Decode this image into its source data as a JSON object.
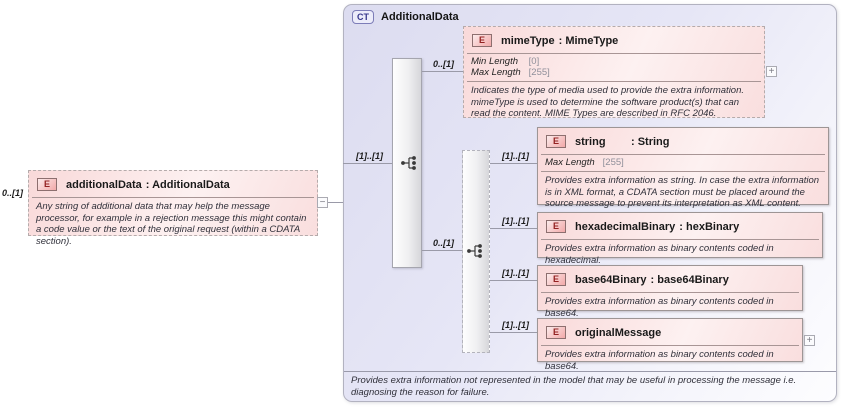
{
  "root_element": {
    "badge": "E",
    "cardinality": "0..[1]",
    "name": "additionalData",
    "type": ": AdditionalData",
    "annotation": "Any string of additional data that may help the message processor, for example in a rejection message this might contain a code value or the text of the original request (within a CDATA section).",
    "collapse_glyph": "−"
  },
  "complex_type": {
    "badge": "CT",
    "title": "AdditionalData",
    "footer_annotation": "Provides extra information not represented in the model that may be useful in processing the message i.e. diagnosing the reason for failure."
  },
  "connectors": {
    "root_to_sequence": "[1]..[1]",
    "sequence_to_mimetype": "0..[1]",
    "sequence_to_choice": "0..[1]",
    "choice_to_string": "[1]..[1]",
    "choice_to_hexadecimal": "[1]..[1]",
    "choice_to_base64": "[1]..[1]",
    "choice_to_original": "[1]..[1]"
  },
  "elements": {
    "mimeType": {
      "badge": "E",
      "name": "mimeType",
      "type": ": MimeType",
      "facets": [
        {
          "label": "Min Length",
          "value": "[0]"
        },
        {
          "label": "Max Length",
          "value": "[255]"
        }
      ],
      "annotation": "Indicates the type of media used to provide the extra information. mimeType is used to determine the software product(s) that can read the content. MIME Types are described in RFC 2046.",
      "expand_glyph": "+"
    },
    "string": {
      "badge": "E",
      "name": "string",
      "type": ": String",
      "facets": [
        {
          "label": "Max Length",
          "value": "[255]"
        }
      ],
      "annotation": "Provides extra information as string. In case the extra information is in XML format, a CDATA section must be placed around the source message to prevent its interpretation as XML content."
    },
    "hexadecimalBinary": {
      "badge": "E",
      "name": "hexadecimalBinary",
      "type": ": hexBinary",
      "annotation": "Provides extra information as binary contents coded in hexadecimal."
    },
    "base64Binary": {
      "badge": "E",
      "name": "base64Binary",
      "type": ": base64Binary",
      "annotation": "Provides extra information as binary contents coded in base64."
    },
    "originalMessage": {
      "badge": "E",
      "name": "originalMessage",
      "type": "",
      "annotation": "Provides extra information as binary contents coded in base64.",
      "expand_glyph": "+"
    }
  }
}
